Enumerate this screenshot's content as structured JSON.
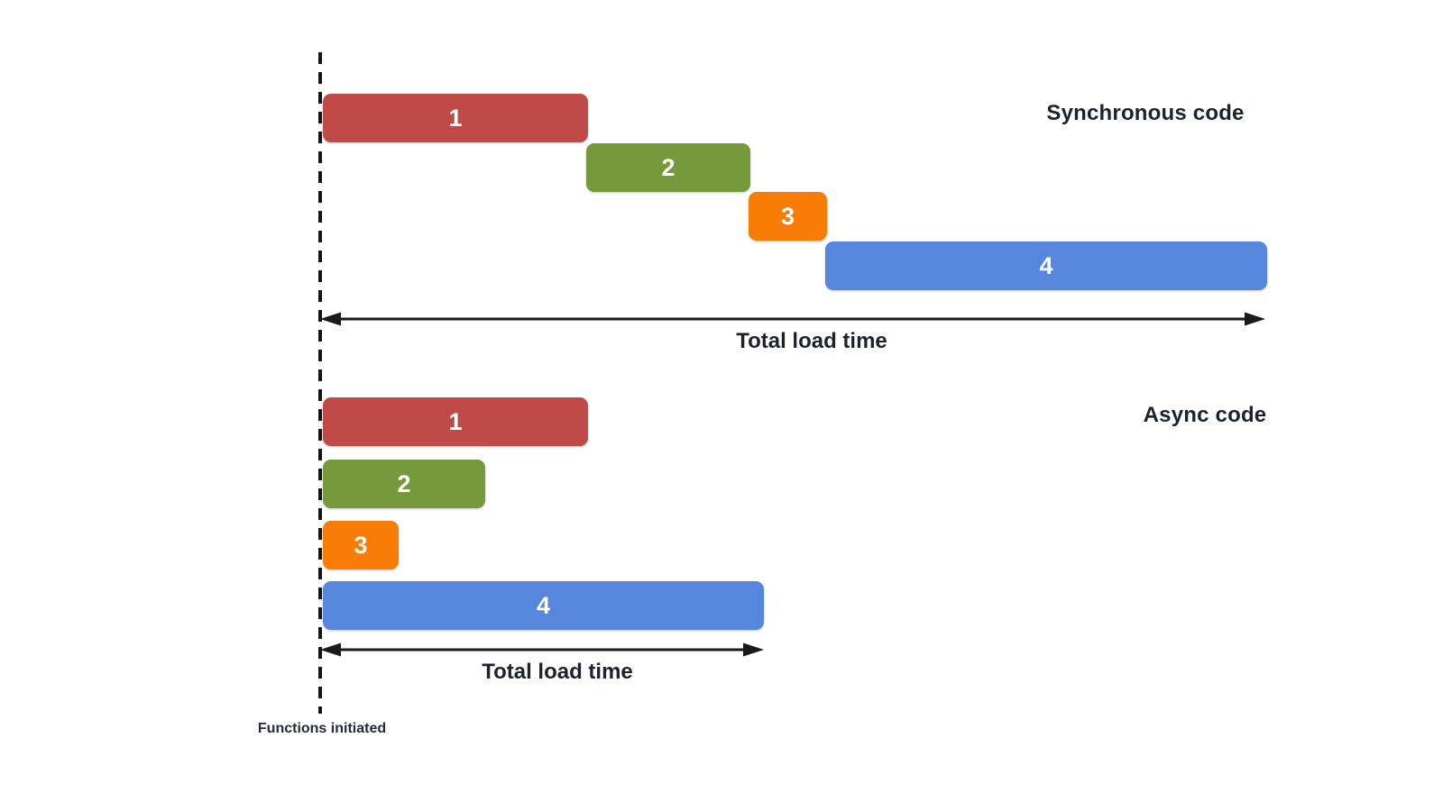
{
  "baseline": {
    "label": "Functions initiated"
  },
  "colors": {
    "task1_red": "#C04A47",
    "task2_green": "#76993B",
    "task3_orange": "#F87C06",
    "task4_blue": "#5787DC",
    "arrow_line": "#1a1a1a",
    "label_text": "#1c222e",
    "background": "#ffffff"
  },
  "sync_section": {
    "title": "Synchronous code",
    "total_label": "Total load time",
    "bars": [
      {
        "label": "1",
        "color": "#C04A47",
        "start_pct": 0,
        "duration_pct": 28
      },
      {
        "label": "2",
        "color": "#76993B",
        "start_pct": 28,
        "duration_pct": 17.5
      },
      {
        "label": "3",
        "color": "#F87C06",
        "start_pct": 45.5,
        "duration_pct": 8.5
      },
      {
        "label": "4",
        "color": "#5787DC",
        "start_pct": 53.5,
        "duration_pct": 46.5
      }
    ]
  },
  "async_section": {
    "title": "Async code",
    "total_label": "Total load time",
    "bars": [
      {
        "label": "1",
        "color": "#C04A47",
        "start_pct": 0,
        "duration_pct": 28
      },
      {
        "label": "2",
        "color": "#76993B",
        "start_pct": 0,
        "duration_pct": 17
      },
      {
        "label": "3",
        "color": "#F87C06",
        "start_pct": 0,
        "duration_pct": 8
      },
      {
        "label": "4",
        "color": "#5787DC",
        "start_pct": 0,
        "duration_pct": 47
      }
    ]
  }
}
